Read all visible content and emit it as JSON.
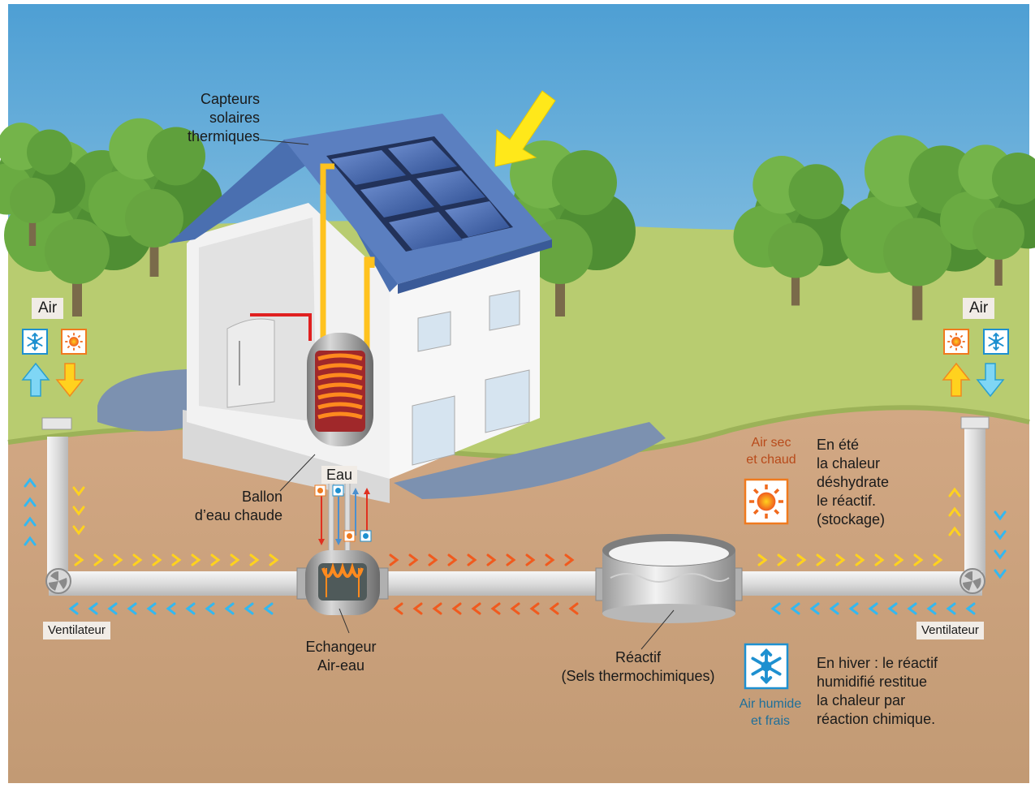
{
  "labels": {
    "capteurs": [
      "Capteurs",
      "solaires",
      "thermiques"
    ],
    "ballon": [
      "Ballon",
      "d’eau chaude"
    ],
    "eau": "Eau",
    "echangeur": [
      "Echangeur",
      "Air-eau"
    ],
    "reactif": [
      "Réactif",
      "(Sels thermochimiques)"
    ],
    "air_left": "Air",
    "air_right": "Air",
    "ventilateur_left": "Ventilateur",
    "ventilateur_right": "Ventilateur",
    "air_sec": [
      "Air sec",
      "et chaud"
    ],
    "air_humide": [
      "Air humide",
      "et frais"
    ],
    "ete_text": [
      "En été",
      "la chaleur",
      "déshydrate",
      "le réactif.",
      "(stockage)"
    ],
    "hiver_text": [
      "En hiver : le réactif",
      "humidifié restitue",
      "la chaleur par",
      "réaction chimique."
    ]
  },
  "icons": {
    "sun": "sun-icon",
    "snowflake": "snowflake-icon",
    "fan": "fan-icon",
    "arrow": "arrow-icon"
  },
  "colors": {
    "sky_top": "#5aa6d6",
    "sky_bottom": "#c6e2ee",
    "grass": "#b3c86a",
    "soil": "#c9a07a",
    "warm_arrow": "#f05a1e",
    "yellow_arrow": "#ffd21e",
    "cool_arrow": "#33b8f0",
    "roof": "#4a6fb0",
    "panel": "#3b5fa8",
    "sun_badge": "#f07a1e",
    "snow_badge": "#1e90d0"
  }
}
